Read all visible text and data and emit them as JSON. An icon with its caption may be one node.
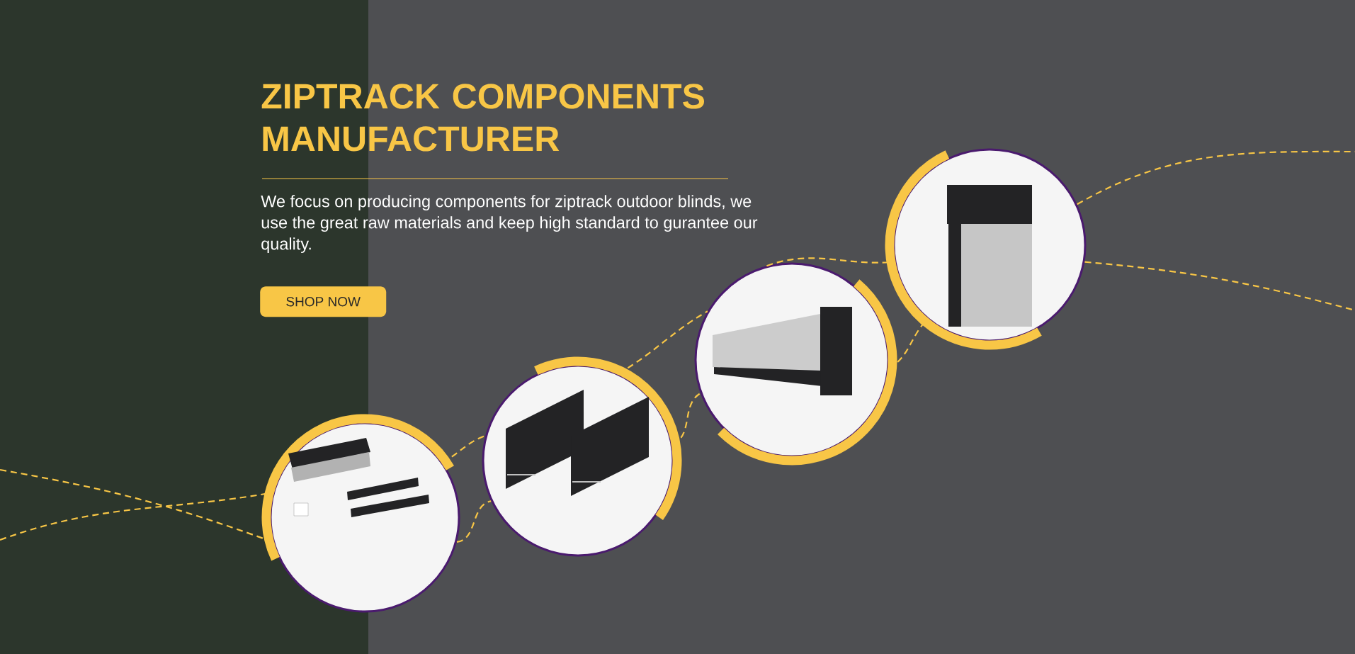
{
  "diagram": {
    "title": "ZIPTRACK COMPONENTS MANUFACTURER",
    "nodes": [
      {
        "text": [],
        "shape": "picture"
      },
      {
        "text": [],
        "shape": "picture"
      },
      {
        "text": [],
        "shape": "picture"
      },
      {
        "text": [],
        "shape": "picture"
      }
    ],
    "edges": [
      {
        "from": null,
        "to": 0,
        "arrow": "none",
        "style": "dashed"
      },
      {
        "from": null,
        "to": 0,
        "arrow": "none",
        "style": "dashed"
      },
      {
        "from": 0,
        "to": 1,
        "arrow": "none",
        "style": "dashed"
      },
      {
        "from": 0,
        "to": 1,
        "arrow": "none",
        "style": "dashed"
      },
      {
        "from": 1,
        "to": 2,
        "arrow": "none",
        "style": "dashed"
      },
      {
        "from": 1,
        "to": 2,
        "arrow": "none",
        "style": "dashed"
      },
      {
        "from": 2,
        "to": 3,
        "arrow": "none",
        "style": "dashed"
      },
      {
        "from": 2,
        "to": 3,
        "arrow": "none",
        "style": "dashed"
      },
      {
        "from": 3,
        "to": null,
        "arrow": "none",
        "style": "dashed"
      },
      {
        "from": 3,
        "to": null,
        "arrow": "none",
        "style": "dashed"
      }
    ],
    "labels": [
      "We focus on producing components for ziptrack outdoor blinds, we use the great raw materials and keep high standard to gurantee our quality.",
      "SHOP NOW"
    ]
  }
}
